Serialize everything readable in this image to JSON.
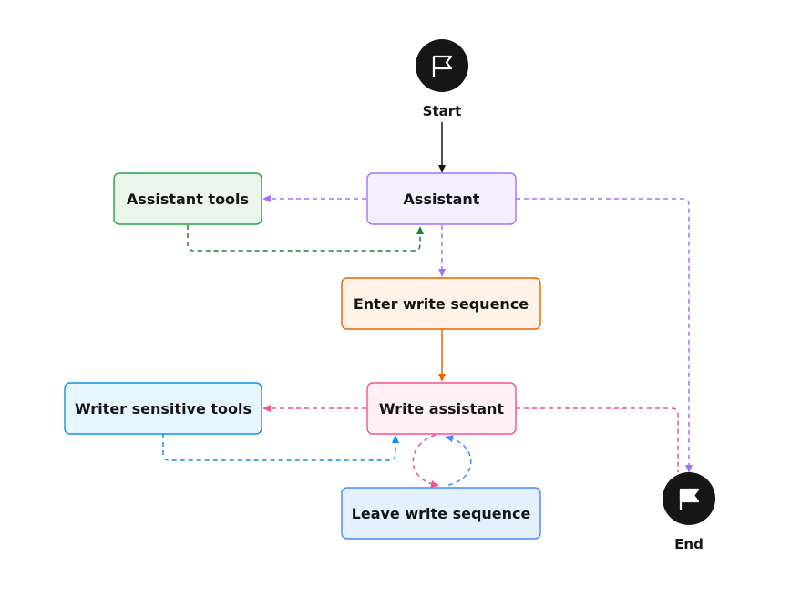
{
  "terminals": {
    "start": {
      "label": "Start"
    },
    "end": {
      "label": "End"
    }
  },
  "nodes": {
    "assistant": {
      "label": "Assistant",
      "fill": "#f4effe",
      "stroke": "#a56eff"
    },
    "assistant_tools": {
      "label": "Assistant tools",
      "fill": "#eaf6ec",
      "stroke": "#24a148"
    },
    "enter_write_sequence": {
      "label": "Enter write sequence",
      "fill": "#fff2e7",
      "stroke": "#eb6200"
    },
    "write_assistant": {
      "label": "Write assistant",
      "fill": "#fff0f5",
      "stroke": "#ee5396"
    },
    "writer_sensitive_tools": {
      "label": "Writer sensitive tools",
      "fill": "#e5f6ff",
      "stroke": "#1192e8"
    },
    "leave_write_sequence": {
      "label": "Leave write sequence",
      "fill": "#e5f0ff",
      "stroke": "#4589ff"
    }
  },
  "edge_colors": {
    "start": "#161616",
    "assistant": "#a56eff",
    "assistant_tools": "#198038",
    "enter_write_sequence": "#eb6200",
    "write_assistant": "#ee5396",
    "writer_sensitive_tools": "#1192e8",
    "leave_write_sequence": "#4589ff"
  }
}
